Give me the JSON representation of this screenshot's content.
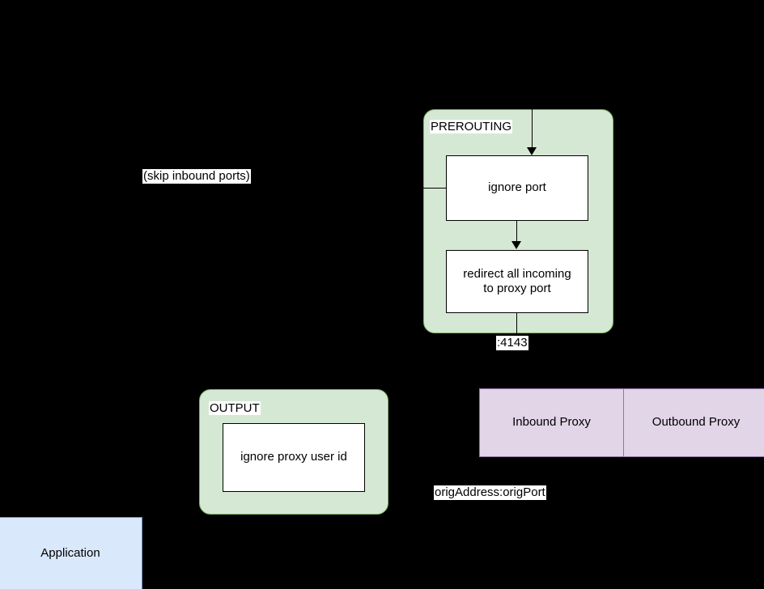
{
  "diagram": {
    "type": "flow-diagram",
    "background_color": "#000000",
    "palette": {
      "green_fill": "#d5e8d4",
      "green_stroke": "#82b366",
      "purple_fill": "#e1d5e7",
      "purple_stroke": "#9673a6",
      "blue_fill": "#dae8fc",
      "blue_stroke": "#6c8ebf",
      "box_fill": "#ffffff",
      "box_stroke": "#000000"
    },
    "groups": {
      "prerouting": {
        "caption": "PREROUTING",
        "nodes": {
          "ignore_port": "ignore port",
          "redirect": "redirect all incoming\nto proxy port",
          "redirect_line1": "redirect all incoming",
          "redirect_line2": "to proxy port"
        }
      },
      "output": {
        "caption": "OUTPUT",
        "nodes": {
          "ignore_proxy_user": "ignore proxy user id"
        }
      }
    },
    "proxy": {
      "inbound": "Inbound Proxy",
      "outbound": "Outbound Proxy"
    },
    "application": {
      "label": "Application"
    },
    "edge_labels": {
      "skip_inbound_ports": "(skip inbound ports)",
      "proxy_port": ":4143",
      "orig_address": "origAddress:origPort"
    }
  }
}
